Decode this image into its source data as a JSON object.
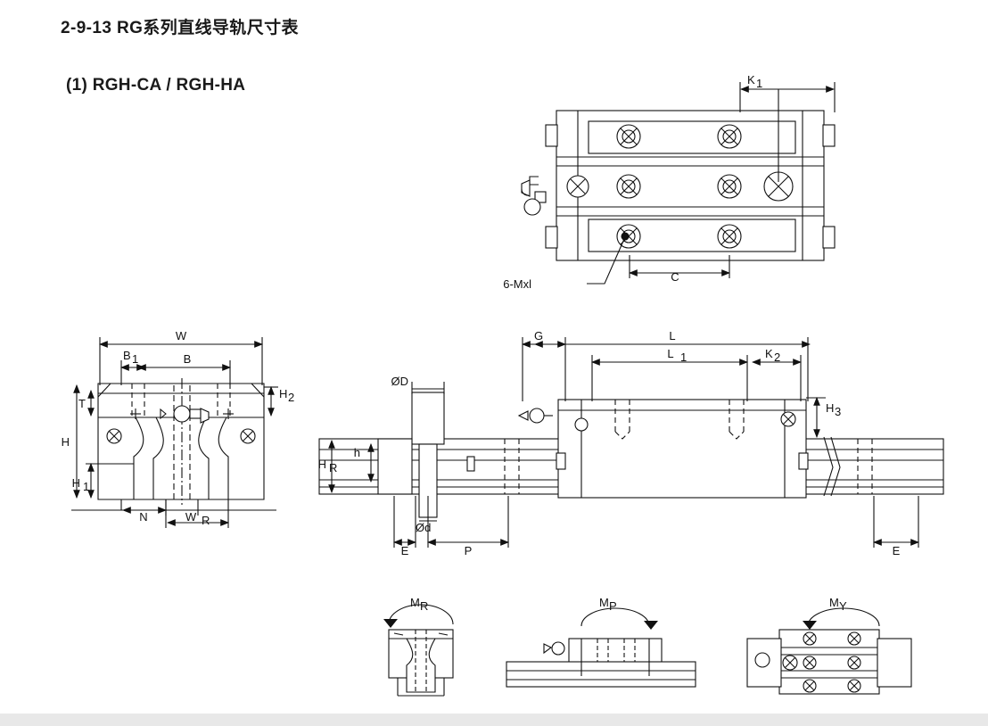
{
  "page": {
    "title": "2-9-13 RG系列直线导轨尺寸表",
    "subtitle": "(1) RGH-CA / RGH-HA"
  },
  "labels": {
    "top_view": {
      "k1": "K",
      "k1_sub": "1",
      "c": "C",
      "holes": "6-Mxl"
    },
    "front_view": {
      "w": "W",
      "b1": "B",
      "b1_sub": "1",
      "b": "B",
      "h2": "H",
      "h2_sub": "2",
      "t": "T",
      "h": "H",
      "h1": "H",
      "h1_sub": "1",
      "n": "N",
      "wr": "W",
      "wr_sub": "R"
    },
    "side_view": {
      "g": "G",
      "l": "L",
      "l1": "L",
      "l1_sub": "1",
      "k2": "K",
      "k2_sub": "2",
      "h3": "H",
      "h3_sub": "3",
      "od": "ØD",
      "od_small": "Ød",
      "h": "h",
      "hr": "H",
      "hr_sub": "R",
      "e_left": "E",
      "p": "P",
      "e_right": "E"
    },
    "moments": {
      "mr": "M",
      "mr_sub": "R",
      "mp": "M",
      "mp_sub": "P",
      "my": "M",
      "my_sub": "Y"
    }
  },
  "colors": {
    "line": "#111111",
    "fill": "#ffffff",
    "footer": "#e8e8e8"
  }
}
